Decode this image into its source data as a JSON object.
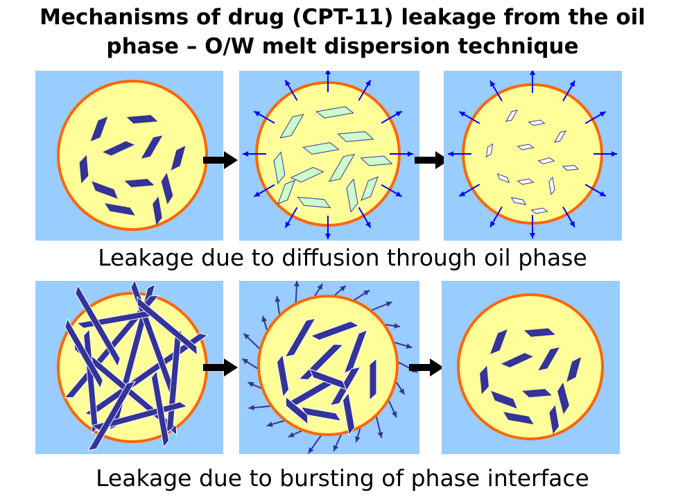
{
  "title": {
    "line1": "Mechanisms of drug (CPT-11) leakage from the oil",
    "line2": "phase – O/W melt dispersion technique"
  },
  "captions": {
    "diffusion": "Leakage due to diffusion through oil phase",
    "bursting": "Leakage due to bursting of phase interface"
  },
  "colors": {
    "background": "#99ccff",
    "oil_droplet": "#ffff99",
    "interface": "#ff6600",
    "drug_crystal": "#333399",
    "dissolving_crystal": "#ccffcc",
    "shrunken_crystal": "#ffffff",
    "diffusion_arrow": "#0000ff",
    "burst_arrow": "#333399",
    "step_arrow": "#000000"
  },
  "icons": {
    "step_arrow": "right-arrow-icon",
    "diffusion_arrow": "outward-arrow-icon",
    "burst_arrow": "escaping-drug-arrow-icon"
  }
}
